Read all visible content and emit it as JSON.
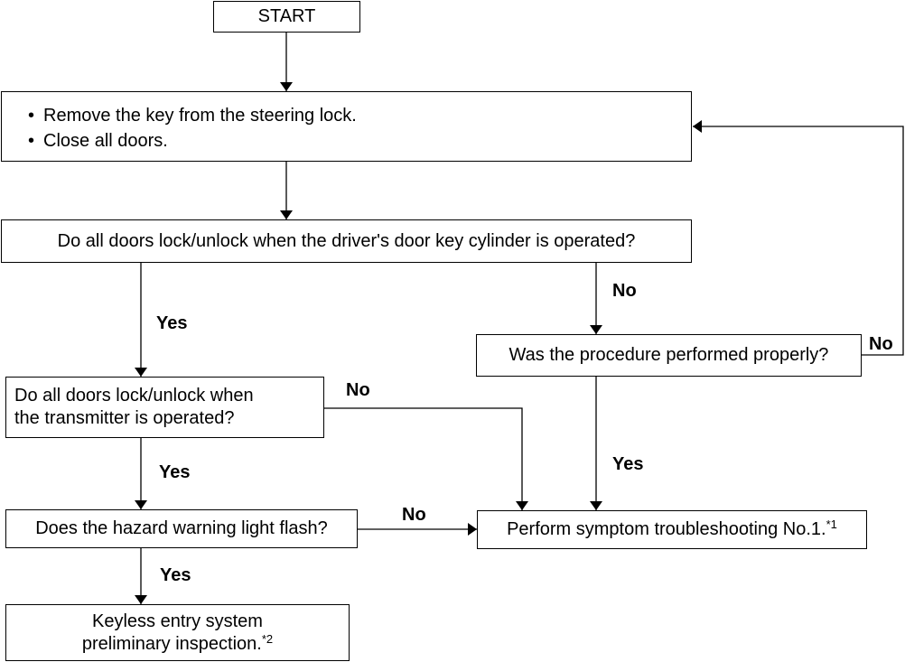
{
  "nodes": {
    "start": "START",
    "prep_steps": [
      "Remove the key from the steering lock.",
      "Close all doors."
    ],
    "q_key_cylinder": "Do all doors lock/unlock when the driver's door key cylinder is operated?",
    "q_procedure": "Was the procedure performed properly?",
    "q_transmitter_line1": "Do all doors lock/unlock when",
    "q_transmitter_line2": "the transmitter is operated?",
    "q_hazard": "Does the hazard warning light flash?",
    "troubleshoot_text": "Perform symptom troubleshooting No.1.",
    "troubleshoot_note": "*1",
    "keyless_line1": "Keyless entry system",
    "keyless_line2": "preliminary inspection.",
    "keyless_note": "*2"
  },
  "labels": {
    "key_yes": "Yes",
    "key_no": "No",
    "procedure_no": "No",
    "procedure_yes": "Yes",
    "transmitter_no": "No",
    "transmitter_yes": "Yes",
    "hazard_no": "No",
    "hazard_yes": "Yes"
  }
}
